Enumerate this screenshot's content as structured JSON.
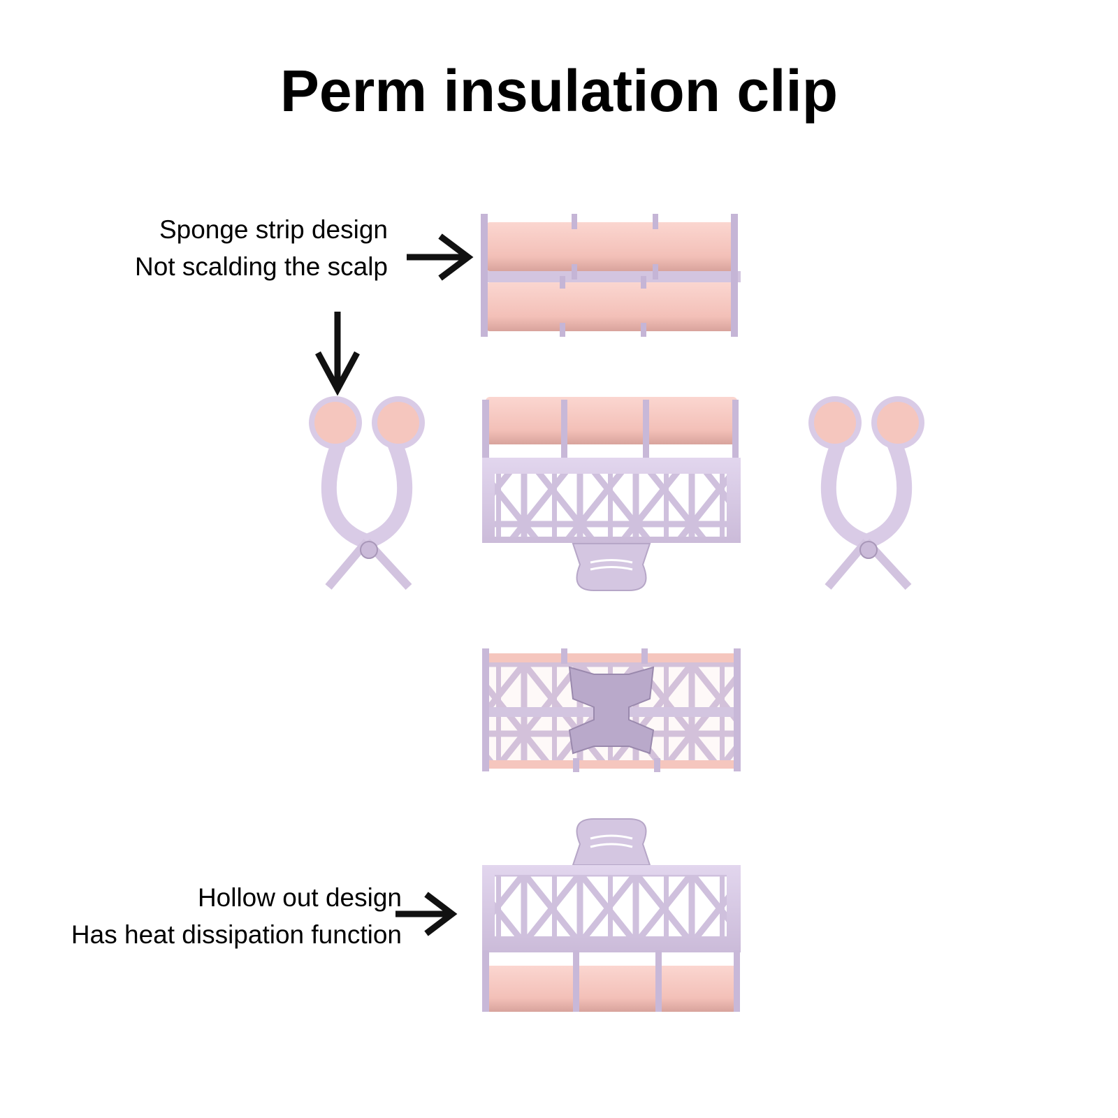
{
  "title": "Perm insulation clip",
  "callouts": {
    "sponge": {
      "line1": "Sponge strip design",
      "line2": "Not scalding the scalp"
    },
    "hollow": {
      "line1": "Hollow out design",
      "line2": "Has heat dissipation function"
    }
  },
  "colors": {
    "sponge": "#f5c6be",
    "frame": "#d9cbe6",
    "frame_dark": "#a897b8"
  }
}
